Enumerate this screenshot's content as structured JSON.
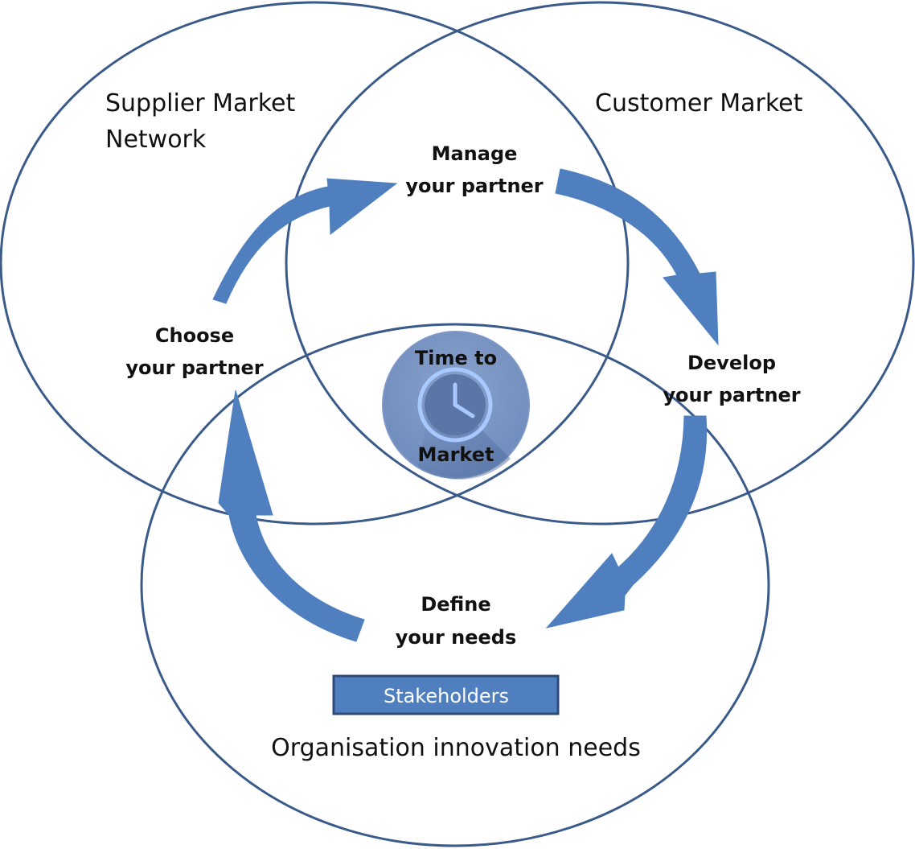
{
  "regions": {
    "supplier": {
      "line1": "Supplier Market",
      "line2": "Network"
    },
    "customer": {
      "label": "Customer Market"
    },
    "organisation": {
      "label": "Organisation innovation needs"
    }
  },
  "steps": {
    "manage": {
      "line1": "Manage",
      "line2": "your partner"
    },
    "develop": {
      "line1": "Develop",
      "line2": "your partner"
    },
    "define": {
      "line1": "Define",
      "line2": "your needs"
    },
    "choose": {
      "line1": "Choose",
      "line2": "your partner"
    }
  },
  "center": {
    "line1": "Time to",
    "line2": "Market",
    "icon": "clock-icon"
  },
  "stakeholders": {
    "label": "Stakeholders"
  },
  "colors": {
    "circle_stroke": "#3a5a8a",
    "arrow_fill": "#4f7fbe",
    "center_fill": "#7893c0",
    "clock_ring": "#a8c8ff",
    "stakeholders_fill": "#4f7fbe",
    "stakeholders_border": "#2e4a78"
  }
}
